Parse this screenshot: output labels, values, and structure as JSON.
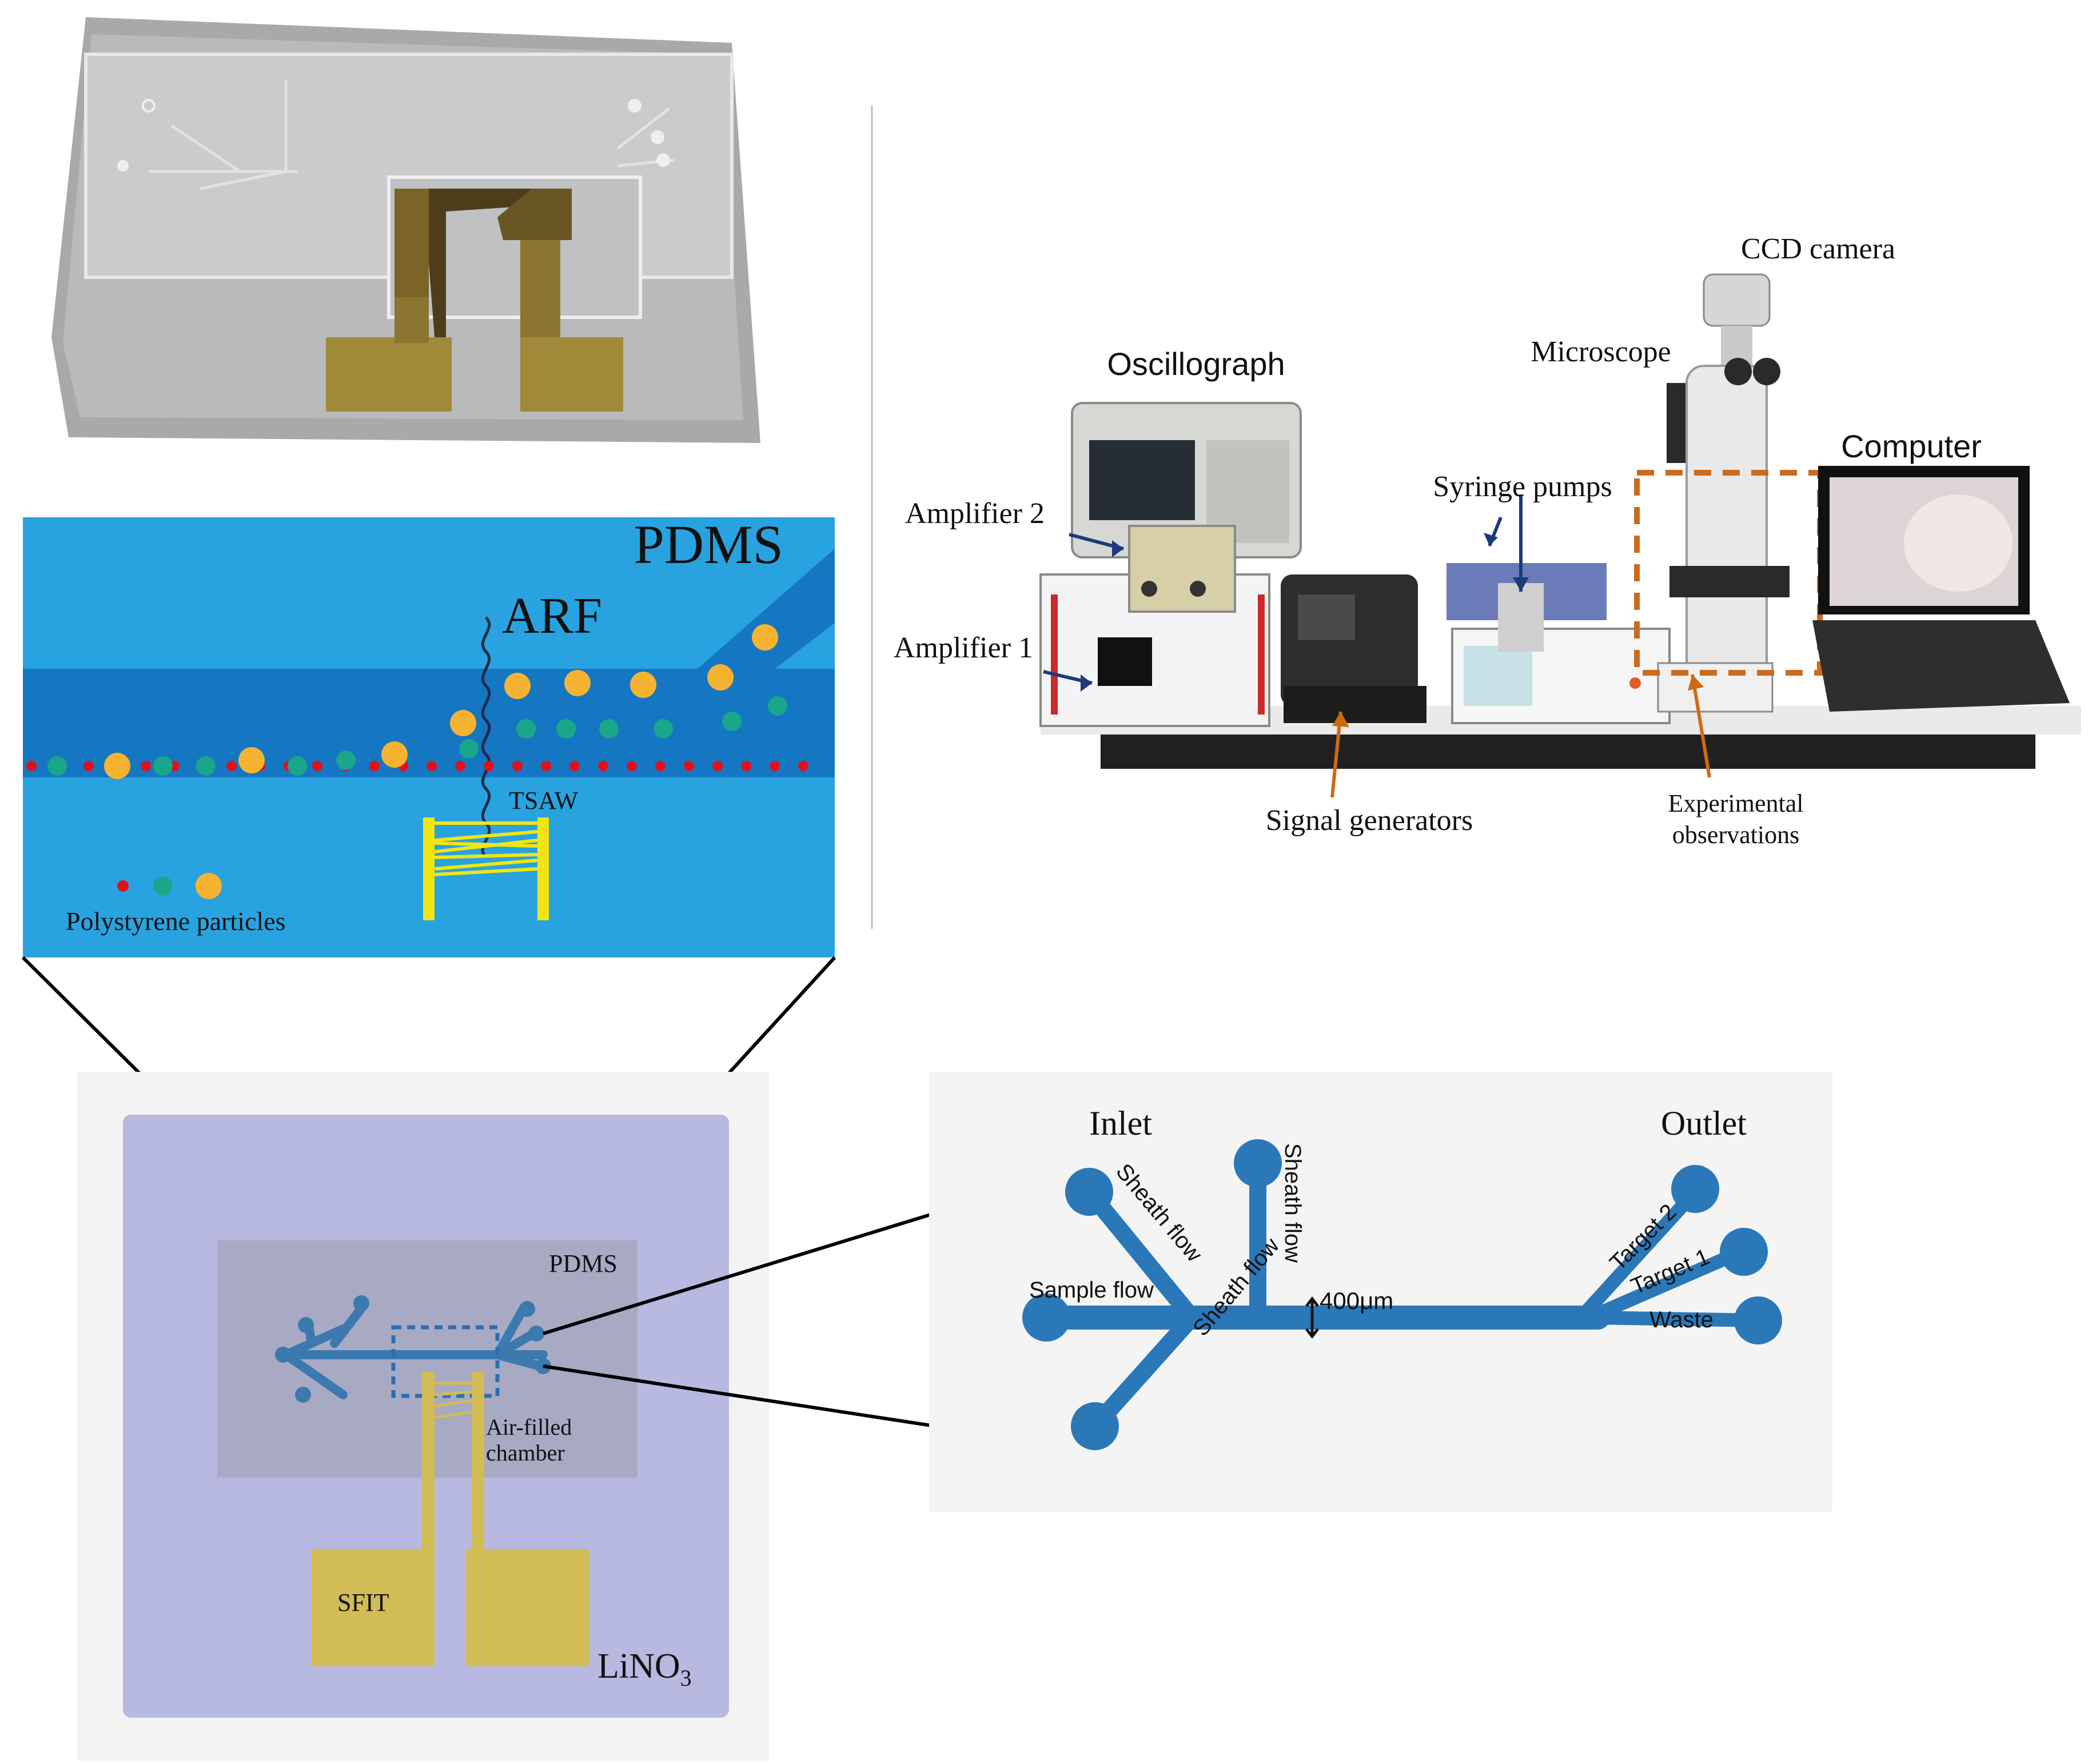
{
  "photo_panel": {
    "labels": {
      "ccd_camera": "CCD camera",
      "microscope": "Microscope",
      "oscillograph": "Oscillograph",
      "computer": "Computer",
      "amplifier_2": "Amplifier 2",
      "amplifier_1": "Amplifier 1",
      "syringe_pumps": "Syringe pumps",
      "signal_generators": "Signal generators",
      "experimental_observations_line1": "Experimental",
      "experimental_observations_line2": "observations"
    }
  },
  "schematic_panel": {
    "pdms": "PDMS",
    "arf": "ARF",
    "tsaw": "TSAW",
    "particles_caption": "Polystyrene particles"
  },
  "chip_panel": {
    "pdms": "PDMS",
    "air_chamber_line1": "Air-filled",
    "air_chamber_line2": "chamber",
    "sfit": "SFIT",
    "substrate_main": "LiNO",
    "substrate_sub": "3"
  },
  "channel_panel": {
    "inlet": "Inlet",
    "outlet": "Outlet",
    "sheath_flow_top": "Sheath flow",
    "sheath_flow_vertical": "Sheath flow",
    "sample_flow": "Sample flow",
    "sheath_flow_bottom": "Sheath flow",
    "width": "400μm",
    "target_2": "Target 2",
    "target_1": "Target 1",
    "waste": "Waste"
  },
  "colors": {
    "pdms_light": "#29a3df",
    "pdms_dark": "#1577c2",
    "particle_red": "#e3101b",
    "particle_green": "#19a68a",
    "particle_orange": "#f6b332",
    "electrode_yellow": "#f1e514",
    "chip_lavender": "#b8b9e0",
    "channel_blue": "#2a78b8",
    "gold_pad": "#d1bc55"
  }
}
